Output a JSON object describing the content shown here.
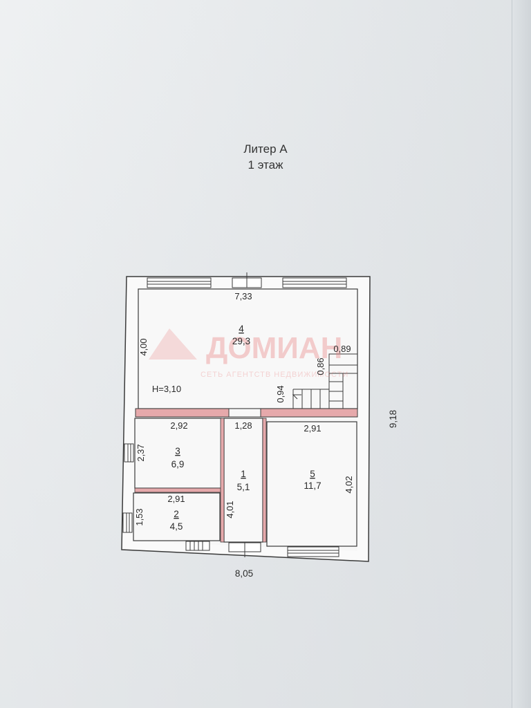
{
  "header": {
    "line1": "Литер А",
    "line2": "1 этаж"
  },
  "watermark": {
    "brand": "ДОМИАН",
    "tagline": "СЕТЬ АГЕНТСТВ НЕДВИЖИМОСТИ"
  },
  "rooms": [
    {
      "number": "4",
      "area": "29,3"
    },
    {
      "number": "3",
      "area": "6,9"
    },
    {
      "number": "2",
      "area": "4,5"
    },
    {
      "number": "1",
      "area": "5,1"
    },
    {
      "number": "5",
      "area": "11,7"
    }
  ],
  "height_label": "H=3,10",
  "dimensions": {
    "top_width": "7,33",
    "room4_height": "4,00",
    "stair_width": "0,89",
    "stair_depth": "0,86",
    "stair_landing": "0,94",
    "room3_width": "2,92",
    "room3_height": "2,37",
    "room1_width": "1,28",
    "room1_height": "4,01",
    "room5_width": "2,91",
    "room5_height": "4,02",
    "room2_width": "2,91",
    "room2_height": "1,53",
    "overall_width": "8,05",
    "overall_height": "9,18"
  },
  "colors": {
    "wall_fill": "#ffffff",
    "wall_stroke": "#3a3a3a",
    "partition_accent": "#e6a9ab",
    "watermark": "#e87a7a"
  }
}
